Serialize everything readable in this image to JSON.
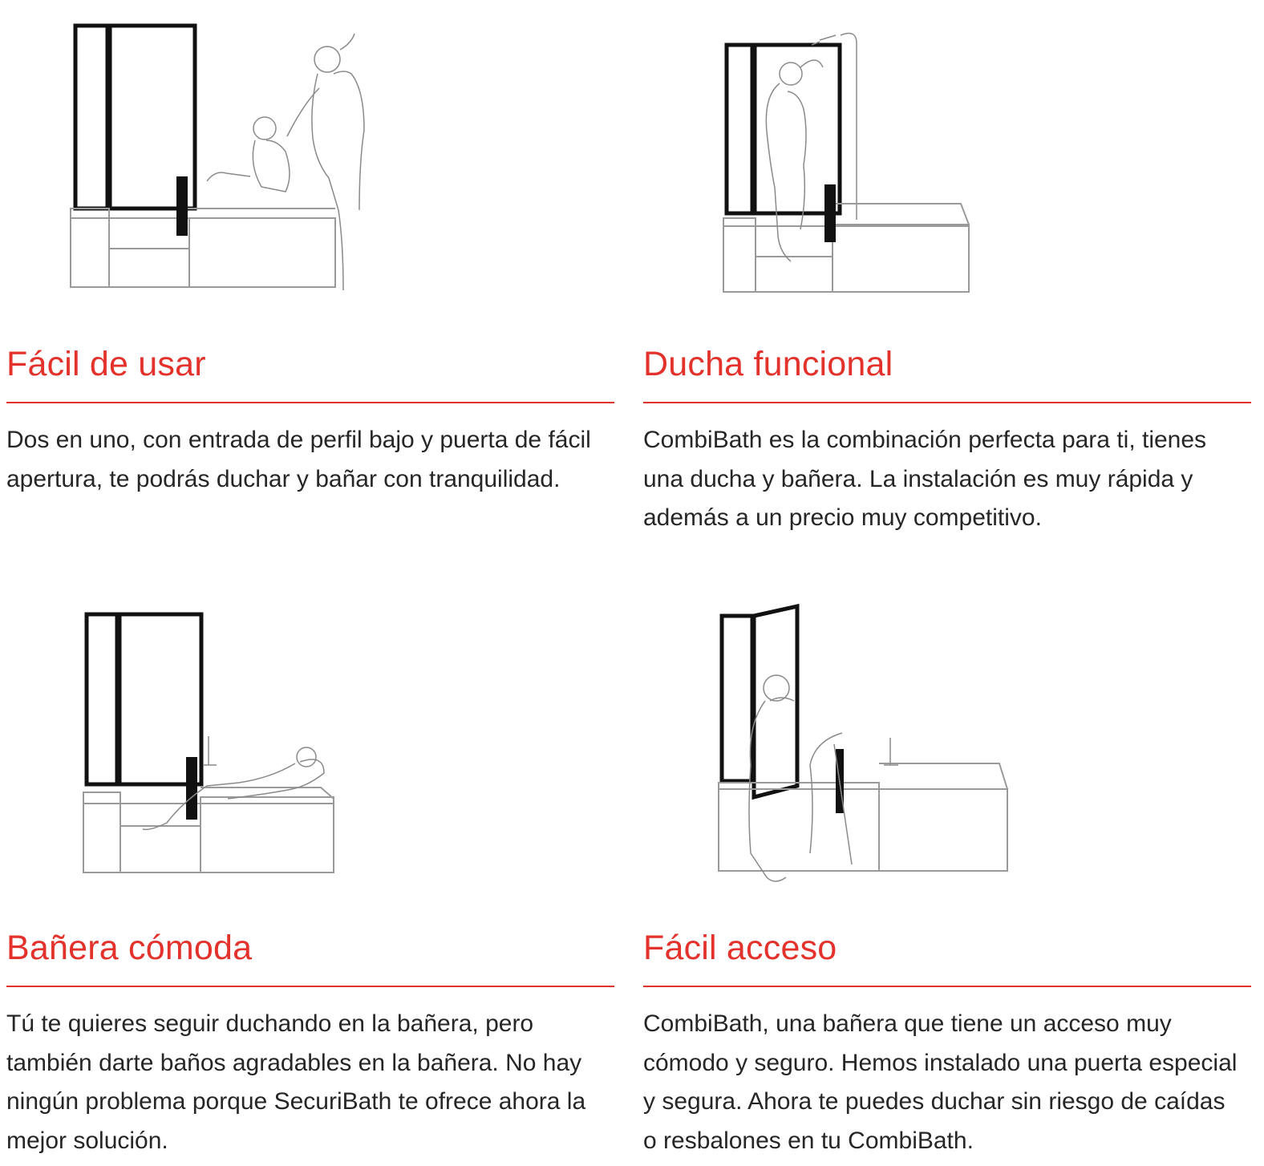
{
  "cards": [
    {
      "title": "Fácil de usar",
      "text": "Dos en uno, con entrada de perfil bajo y puerta de fácil apertura, te podrás duchar y bañar con tranquilidad.",
      "illustration_icon": "bathtub-child-mother-illustration"
    },
    {
      "title": "Ducha funcional",
      "text": "CombiBath es la combinación perfecta para ti, tienes una ducha y bañera. La instalación es muy rápida y además a un precio muy competitivo.",
      "illustration_icon": "bathtub-man-showering-illustration"
    },
    {
      "title": "Bañera cómoda",
      "text": "Tú te quieres seguir duchando en la bañera, pero también darte baños agradables en la bañera. No hay ningún problema porque SecuriBath te ofrece ahora la mejor solución.",
      "illustration_icon": "bathtub-woman-bathing-illustration"
    },
    {
      "title": "Fácil acceso",
      "text": "CombiBath, una bañera que tiene un acceso muy cómodo y seguro. Hemos instalado una puerta especial y segura. Ahora te puedes duchar sin riesgo de caídas o resbalones en tu CombiBath.",
      "illustration_icon": "bathtub-elderly-access-illustration"
    }
  ],
  "colors": {
    "accent": "#e3322b",
    "text": "#262626"
  }
}
